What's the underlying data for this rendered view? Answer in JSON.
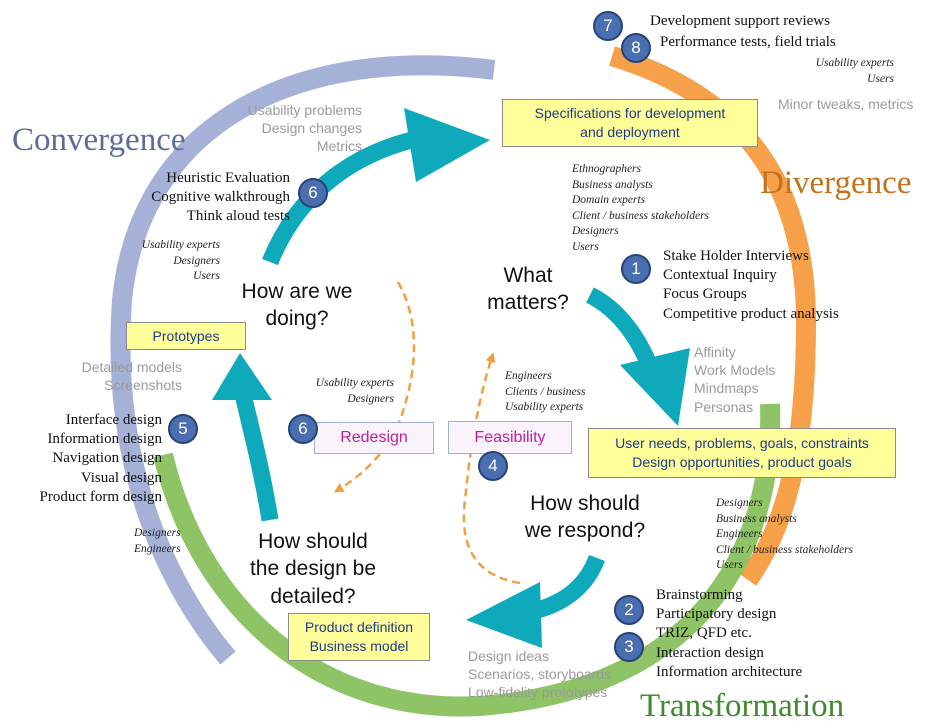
{
  "colors": {
    "convergence_ring": "#a5b1d6",
    "divergence_ring": "#f7a04a",
    "transformation_ring": "#8fc466",
    "arrow_teal": "#0ea9bb",
    "dashed_orange": "#f0a043",
    "note_yellow": "#ffff99",
    "badge_blue": "#4a6fb0"
  },
  "phases": {
    "convergence": "Convergence",
    "divergence": "Divergence",
    "transformation": "Transformation"
  },
  "questions": {
    "how_doing": [
      "How are we",
      "doing?"
    ],
    "what_matters": [
      "What",
      "matters?"
    ],
    "how_respond": [
      "How should",
      "we respond?"
    ],
    "how_detailed": [
      "How should",
      "the design be",
      "detailed?"
    ]
  },
  "boxes": {
    "specs": [
      "Specifications for development",
      "and deployment"
    ],
    "user_needs": [
      "User needs, problems, goals, constraints",
      "Design opportunities, product goals"
    ],
    "product_def": [
      "Product definition",
      "Business model"
    ],
    "prototypes": "Prototypes",
    "redesign": "Redesign",
    "feasibility": "Feasibility"
  },
  "steps": {
    "s7": {
      "num": "7",
      "text": "Development support reviews"
    },
    "s8": {
      "num": "8",
      "text": "Performance tests, field trials"
    },
    "s1": {
      "num": "1",
      "items": [
        "Stake Holder Interviews",
        "Contextual Inquiry",
        "Focus Groups",
        "Competitive product analysis"
      ]
    },
    "s2": {
      "num": "2",
      "items": [
        "Brainstorming",
        "Participatory design",
        "TRIZ, QFD etc."
      ]
    },
    "s3": {
      "num": "3",
      "items": [
        "Interaction design",
        "Information architecture"
      ]
    },
    "s4": {
      "num": "4"
    },
    "s5": {
      "num": "5",
      "items": [
        "Interface design",
        "Information design",
        "Navigation design",
        "Visual design",
        "Product form design"
      ]
    },
    "s6_top": {
      "num": "6",
      "items": [
        "Heuristic Evaluation",
        "Cognitive walkthrough",
        "Think aloud tests"
      ]
    },
    "s6_mid": {
      "num": "6"
    }
  },
  "outputs": {
    "top_left": [
      "Usability problems",
      "Design changes",
      "Metrics"
    ],
    "top_right": "Minor tweaks, metrics",
    "affinity": [
      "Affinity",
      "Work Models",
      "Mindmaps",
      "Personas"
    ],
    "design_ideas": [
      "Design ideas",
      "Scenarios, storyboards",
      "Low-fidelity prototypes"
    ],
    "detailed_models": [
      "Detailed models",
      "Screenshots"
    ]
  },
  "roles": {
    "top_right": [
      "Usability experts",
      "Users"
    ],
    "ethnographers": [
      "Ethnographers",
      "Business analysts",
      "Domain experts",
      "Client / business stakeholders",
      "Designers",
      "Users"
    ],
    "left_top": [
      "Usability experts",
      "Designers",
      "Users"
    ],
    "redesign": [
      "Usability experts",
      "Designers"
    ],
    "feasibility": [
      "Engineers",
      "Clients / business",
      "Usability experts"
    ],
    "transformation": [
      "Designers",
      "Business analysts",
      "Engineers",
      "Client / business stakeholders",
      "Users"
    ],
    "bottom_left": [
      "Designers",
      "Engineers"
    ]
  }
}
